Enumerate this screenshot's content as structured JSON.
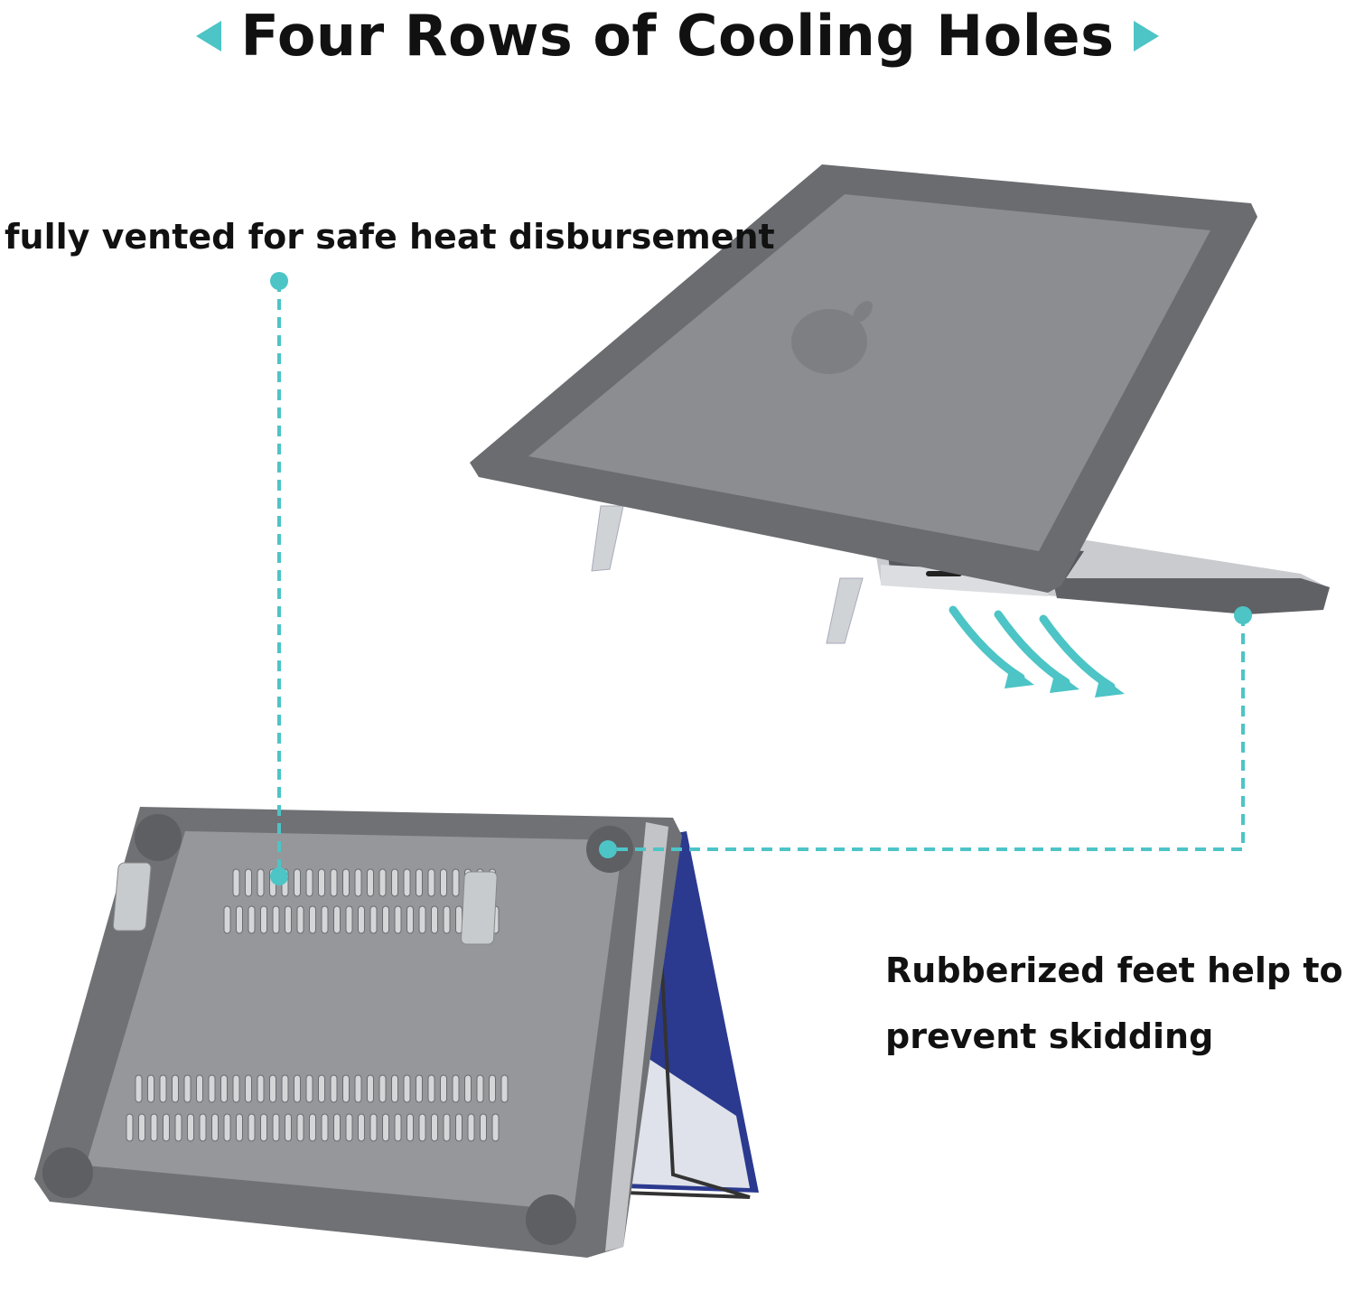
{
  "title": "Four Rows of Cooling Holes",
  "callouts": {
    "vented": "fully vented for safe heat disbursement",
    "feet_line1": "Rubberized feet help to",
    "feet_line2": "prevent skidding"
  },
  "colors": {
    "accent": "#4dc4c6",
    "case": "#6e7074",
    "case_inner": "#8d8f92"
  },
  "icons": [
    "triangle-left-icon",
    "triangle-right-icon",
    "airflow-arrow-icon",
    "apple-logo-icon"
  ]
}
